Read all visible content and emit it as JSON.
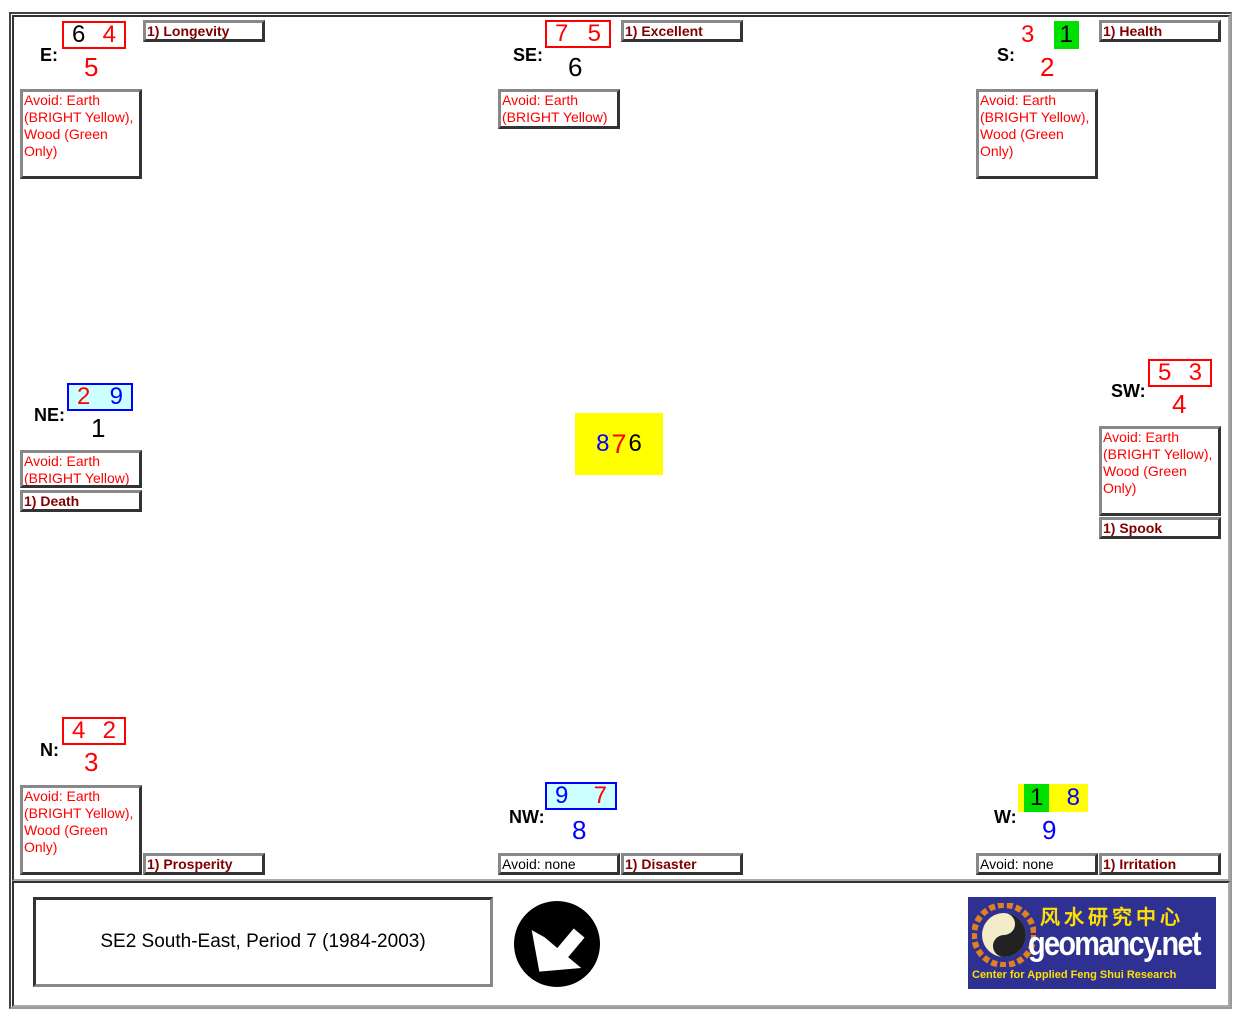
{
  "colors": {
    "red": "#ff0000",
    "black": "#000000",
    "blue": "#0000ff",
    "green": "#00e000",
    "yellow": "#ffff00",
    "cyan": "#ccffff",
    "event": "#800000"
  },
  "sectors": [
    {
      "id": "e",
      "label": "E:",
      "star_left": "6",
      "star_left_color": "black",
      "star_right": "4",
      "star_right_color": "red",
      "box_style": "red",
      "bottom": "5",
      "bottom_color": "red",
      "avoid": "Avoid: Earth (BRIGHT Yellow), Wood (Green Only)",
      "avoid_color": "red",
      "event": "1) Longevity"
    },
    {
      "id": "se",
      "label": "SE:",
      "star_left": "7",
      "star_left_color": "red",
      "star_right": "5",
      "star_right_color": "red",
      "box_style": "red",
      "bottom": "6",
      "bottom_color": "black",
      "avoid": "Avoid: Earth (BRIGHT Yellow)",
      "avoid_color": "red",
      "event": "1) Excellent"
    },
    {
      "id": "s",
      "label": "S:",
      "star_left": "3",
      "star_left_color": "red",
      "star_right": "1",
      "star_right_color": "black",
      "star_right_bg": "green",
      "box_style": "none",
      "bottom": "2",
      "bottom_color": "red",
      "avoid": "Avoid: Earth (BRIGHT Yellow), Wood (Green Only)",
      "avoid_color": "red",
      "event": "1) Health"
    },
    {
      "id": "ne",
      "label": "NE:",
      "star_left": "2",
      "star_left_color": "red",
      "star_right": "9",
      "star_right_color": "blue",
      "box_style": "blue",
      "bottom": "1",
      "bottom_color": "black",
      "avoid": "Avoid: Earth (BRIGHT Yellow)",
      "avoid_color": "red",
      "event": "1) Death"
    },
    {
      "id": "sw",
      "label": "SW:",
      "star_left": "5",
      "star_left_color": "red",
      "star_right": "3",
      "star_right_color": "red",
      "box_style": "red",
      "bottom": "4",
      "bottom_color": "red",
      "avoid": "Avoid: Earth (BRIGHT Yellow), Wood (Green Only)",
      "avoid_color": "red",
      "event": "1) Spook"
    },
    {
      "id": "n",
      "label": "N:",
      "star_left": "4",
      "star_left_color": "red",
      "star_right": "2",
      "star_right_color": "red",
      "box_style": "red",
      "bottom": "3",
      "bottom_color": "red",
      "avoid": "Avoid: Earth (BRIGHT Yellow), Wood (Green Only)",
      "avoid_color": "red",
      "event": "1) Prosperity"
    },
    {
      "id": "nw",
      "label": "NW:",
      "star_left": "9",
      "star_left_color": "blue",
      "star_right": "7",
      "star_right_color": "red",
      "box_style": "blue",
      "bottom": "8",
      "bottom_color": "blue",
      "avoid": "Avoid: none",
      "avoid_color": "black",
      "event": "1) Disaster"
    },
    {
      "id": "w",
      "label": "W:",
      "star_left": "1",
      "star_left_color": "black",
      "star_left_bg": "green",
      "star_right": "8",
      "star_right_color": "blue",
      "box_style": "yellow",
      "bottom": "9",
      "bottom_color": "blue",
      "avoid": "Avoid: none",
      "avoid_color": "black",
      "event": "1) Irritation"
    }
  ],
  "center": {
    "left": "8",
    "left_color": "blue",
    "middle": "7",
    "middle_color": "red",
    "right": "6",
    "right_color": "black"
  },
  "info": "SE2 South-East, Period 7 (1984-2003)",
  "logo": {
    "chinese": "风水研究中心",
    "name": "geomancy.net",
    "tagline": "Center for Applied Feng Shui Research"
  }
}
